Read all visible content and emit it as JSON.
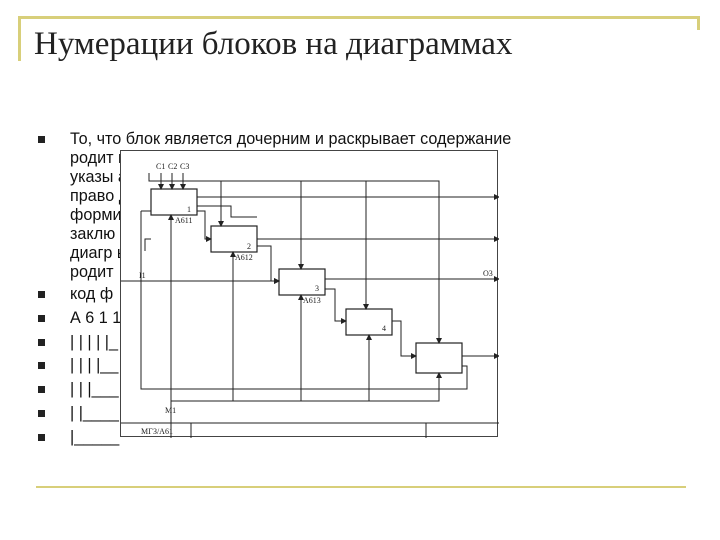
{
  "slide": {
    "title": "Нумерации блоков на диаграммах"
  },
  "bullets": {
    "paragraph_lines": [
      "То, что блок является дочерним и раскрывает содержание",
      "родит                                                    ющего уровня,",
      "указы                                                    аписанным ниже",
      "право                                                    д может",
      "форми                                                    орых самый простой",
      "заклю                                                    квы А(по имени",
      "диагр                                                    ые номерами",
      "родит"
    ],
    "items": [
      "код ф",
      "А 6 1 1",
      "| | | | |_",
      "| | | |__                                                   ;1",
      "| | |___                                                   6",
      "| |____                                                    0",
      "|_____"
    ]
  },
  "diagram": {
    "box_labels": [
      "1",
      "2",
      "3",
      "4"
    ],
    "node_codes": [
      "А611",
      "А612",
      "А613"
    ],
    "control_labels": [
      "С1",
      "С2",
      "С3"
    ],
    "input_label": "I1",
    "output_label": "О3",
    "mechanism_label": "М1",
    "footer_code": "МГЗ/А61"
  }
}
